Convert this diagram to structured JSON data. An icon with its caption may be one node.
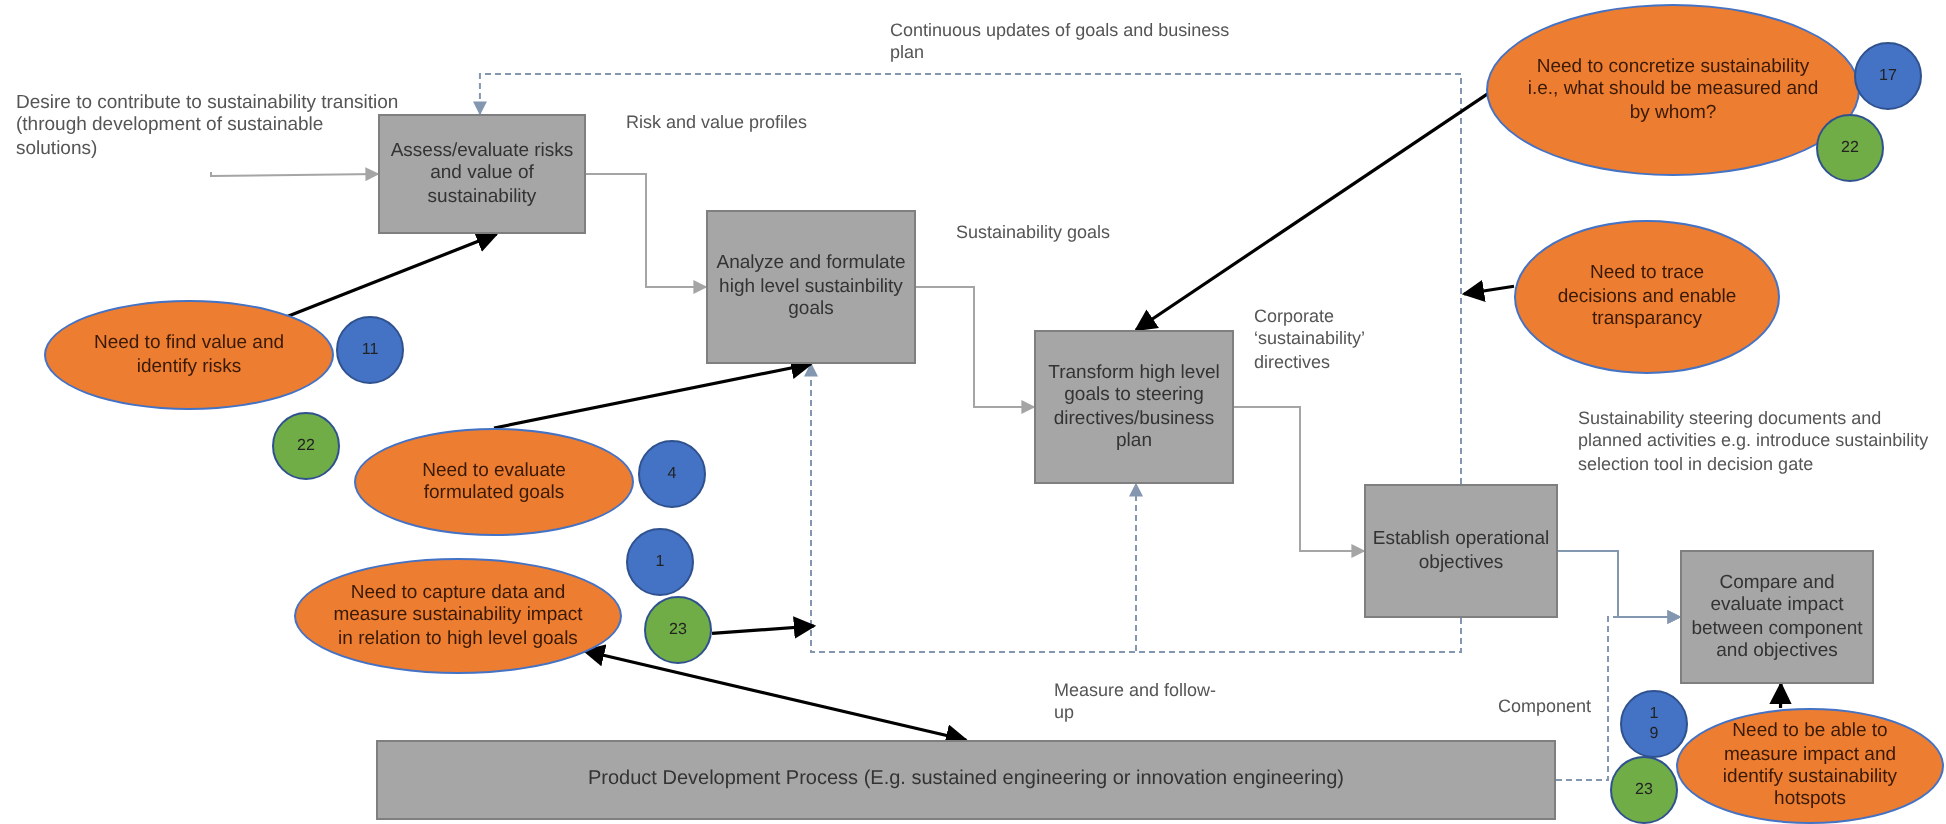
{
  "diagram": {
    "nodes": [
      {
        "text": [
          "Desire to contribute to sustainability transition (through development of sustainable solutions)"
        ]
      },
      {
        "text": [
          "Assess/evaluate risks and value of sustainability"
        ]
      },
      {
        "text": [
          "Analyze and formulate high level sustainbility goals"
        ]
      },
      {
        "text": [
          "Transform high level goals to steering directives/business plan"
        ]
      },
      {
        "text": [
          "Establish operational objectives"
        ]
      },
      {
        "text": [
          "Compare and evaluate impact between component and objectives"
        ]
      },
      {
        "text": [
          "Product Development Process (E.g. sustained engineering or innovation engineering)"
        ]
      },
      {
        "text": [
          "Need to find value and identify risks"
        ]
      },
      {
        "text": [
          "11"
        ]
      },
      {
        "text": [
          "22"
        ]
      },
      {
        "text": [
          "Need to evaluate formulated goals"
        ]
      },
      {
        "text": [
          "4"
        ]
      },
      {
        "text": [
          "Need to capture data and measure sustainability impact in relation to high level goals"
        ]
      },
      {
        "text": [
          "1"
        ]
      },
      {
        "text": [
          "23"
        ]
      },
      {
        "text": [
          "Need to concretize sustainability i.e., what should be measured and by whom?"
        ]
      },
      {
        "text": [
          "17"
        ]
      },
      {
        "text": [
          "22"
        ]
      },
      {
        "text": [
          "Need to trace decisions and enable transparancy"
        ]
      },
      {
        "text": [
          "Need to be able to measure impact and identify sustainability hotspots"
        ]
      },
      {
        "text": [
          "1 9"
        ]
      },
      {
        "text": [
          "23"
        ]
      }
    ],
    "edges": [
      {
        "from": 0,
        "to": 1,
        "arrow": "to",
        "color": "#a5a5a5"
      },
      {
        "from": 1,
        "to": 2,
        "arrow": "to",
        "color": "#a5a5a5"
      },
      {
        "from": 2,
        "to": 3,
        "arrow": "to",
        "color": "#a5a5a5"
      },
      {
        "from": 3,
        "to": 4,
        "arrow": "to",
        "color": "#a5a5a5"
      },
      {
        "from": 4,
        "to": 5,
        "arrow": "to",
        "color": "#8497b0"
      },
      {
        "from": 6,
        "to": 5,
        "arrow": "to",
        "style": "dashed",
        "color": "#8497b0"
      },
      {
        "from": 4,
        "to": 1,
        "arrow": "to",
        "style": "dashed",
        "color": "#8497b0"
      },
      {
        "from": 4,
        "to": 2,
        "arrow": "to",
        "style": "dashed",
        "color": "#8497b0"
      },
      {
        "from": 4,
        "to": 3,
        "arrow": "to",
        "style": "dashed",
        "color": "#8497b0"
      },
      {
        "from": 7,
        "to": 1,
        "arrow": "to"
      },
      {
        "from": 10,
        "to": 2,
        "arrow": "to"
      },
      {
        "from": 15,
        "to": 3,
        "arrow": "to"
      },
      {
        "from": 18,
        "to": null,
        "arrow": "to"
      },
      {
        "from": 14,
        "to": null,
        "arrow": "to"
      },
      {
        "from": 12,
        "to": 6,
        "arrow": "both"
      },
      {
        "from": 19,
        "to": 5,
        "arrow": "to"
      }
    ],
    "labels": [
      "Continuous updates of goals and business plan",
      "Risk and value profiles",
      "Sustainability goals",
      "Corporate ‘sustainability’ directives",
      "Sustainability steering documents and planned activities e.g. introduce sustainbility selection tool in decision gate",
      "Measure and follow-up",
      "Component"
    ]
  }
}
